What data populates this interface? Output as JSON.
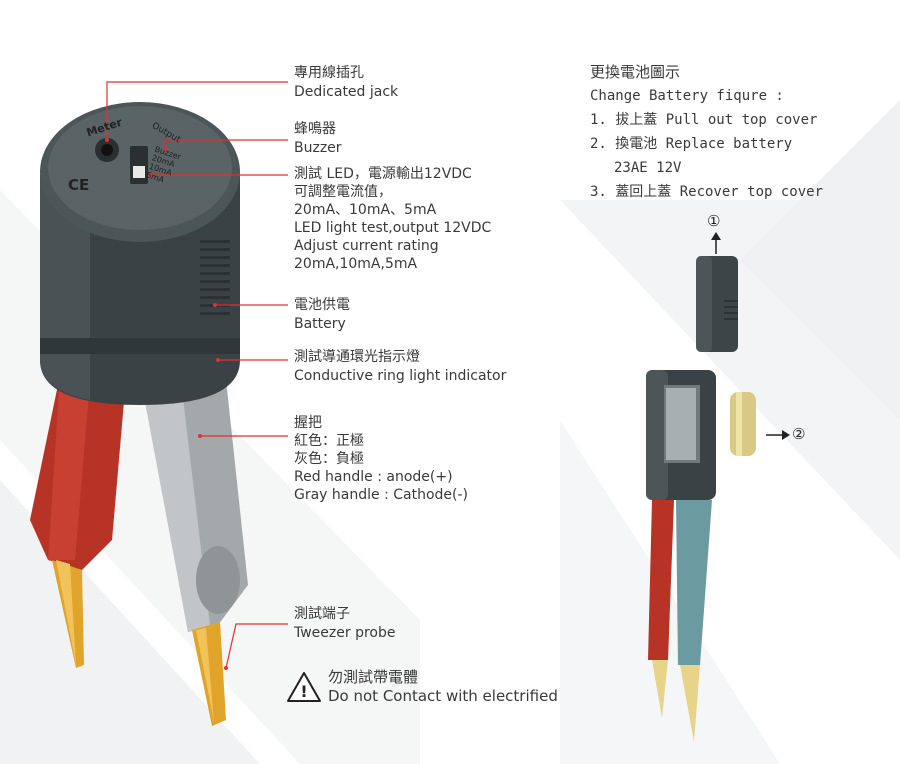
{
  "callouts": {
    "jack": {
      "zh": "專用線插孔",
      "en": "Dedicated jack"
    },
    "buzzer": {
      "zh": "蜂鳴器",
      "en": "Buzzer"
    },
    "led": {
      "zh1": "測試 LED，電源輸出12VDC",
      "zh2": "可調整電流值，",
      "zh3": "20mA、10mA、5mA",
      "en1": "LED light test,output 12VDC",
      "en2": "Adjust current rating",
      "en3": "20mA,10mA,5mA"
    },
    "battery": {
      "zh": "電池供電",
      "en": "Battery"
    },
    "ring": {
      "zh": "測試導通環光指示燈",
      "en": "Conductive ring light indicator"
    },
    "handle": {
      "zh1": "握把",
      "zh2": "紅色：正極",
      "zh3": "灰色：負極",
      "en1": "Red handle : anode(+)",
      "en2": "Gray handle : Cathode(-)"
    },
    "probe": {
      "zh": "測試端子",
      "en": "Tweezer probe"
    }
  },
  "warning": {
    "zh": "勿測試帶電體",
    "en": "Do not Contact with electrified",
    "symbol": "!"
  },
  "battery_change": {
    "title_zh": "更換電池圖示",
    "title_en": "Change Battery fiqure :",
    "step1": "1. 拔上蓋 Pull out top cover",
    "step2a": "2. 換電池 Replace battery",
    "step2b": "23AE 12V",
    "step3": "3. 蓋回上蓋 Recover top cover"
  },
  "markers": {
    "one": "①",
    "two": "②"
  },
  "device_labels": {
    "meter": "Meter",
    "output": "Output",
    "buzzer": "Buzzer",
    "ma20": "20mA",
    "ma10": "10mA",
    "ma5": "5mA",
    "ce": "CE"
  },
  "colors": {
    "red_handle": "#c0392b",
    "gray_handle": "#a3a8ab",
    "body": "#3b4245",
    "tip": "#e0a42a",
    "callout_line": "#e03030"
  }
}
